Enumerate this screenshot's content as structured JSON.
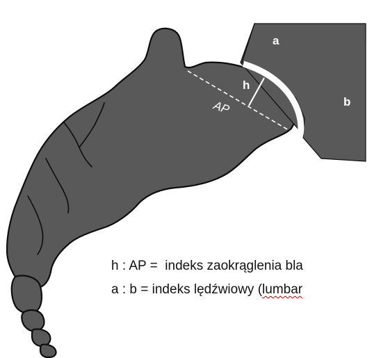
{
  "diagram": {
    "labels": {
      "a": "a",
      "b": "b",
      "h": "h",
      "ap": "AP"
    },
    "formulas": [
      {
        "lhs": "h : AP =",
        "rhs": "indeks zaokrąglenia bla"
      },
      {
        "lhs": "a : b =",
        "rhs": "indeks lędźwiowy (",
        "flagged": "lumbar"
      }
    ],
    "colors": {
      "bone_fill": "#595959",
      "outline": "#0d0d0d",
      "annotation": "#ffffff",
      "text": "#111111",
      "spellcheck_underline": "#d20000"
    }
  }
}
